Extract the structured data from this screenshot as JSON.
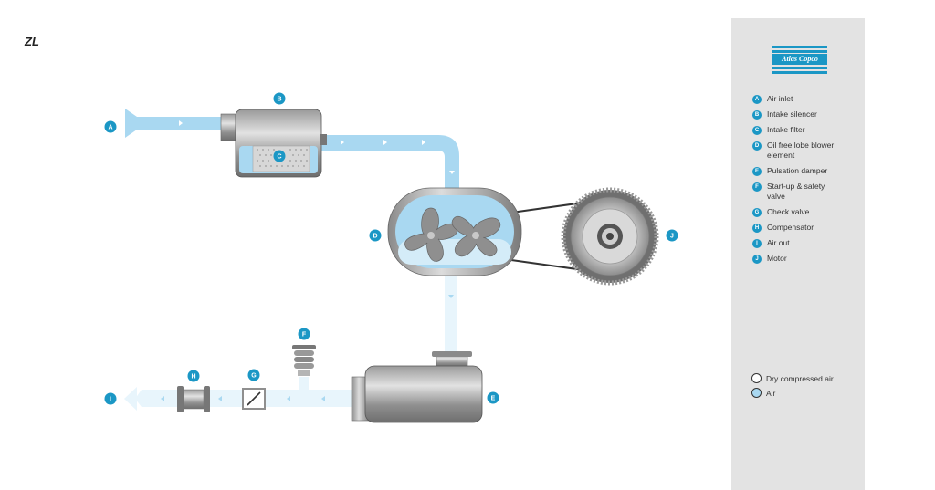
{
  "title": "ZL",
  "brand": {
    "logo_text": "Atlas Copco",
    "accent_color": "#1b97c5",
    "air_color": "#a9d8f1",
    "compressed_air_color": "#e8f5fc"
  },
  "diagram": {
    "badges": {
      "A": "A",
      "B": "B",
      "C": "C",
      "D": "D",
      "E": "E",
      "F": "F",
      "G": "G",
      "H": "H",
      "I": "I",
      "J": "J"
    }
  },
  "legend": {
    "items": [
      {
        "key": "A",
        "label": "Air inlet"
      },
      {
        "key": "B",
        "label": "Intake silencer"
      },
      {
        "key": "C",
        "label": "Intake filter"
      },
      {
        "key": "D",
        "label": "Oil free lobe blower element"
      },
      {
        "key": "E",
        "label": "Pulsation damper"
      },
      {
        "key": "F",
        "label": "Start-up & safety valve"
      },
      {
        "key": "G",
        "label": "Check valve"
      },
      {
        "key": "H",
        "label": "Compensator"
      },
      {
        "key": "I",
        "label": "Air out"
      },
      {
        "key": "J",
        "label": "Motor"
      }
    ]
  },
  "key": {
    "dry": "Dry compressed air",
    "air": "Air"
  }
}
